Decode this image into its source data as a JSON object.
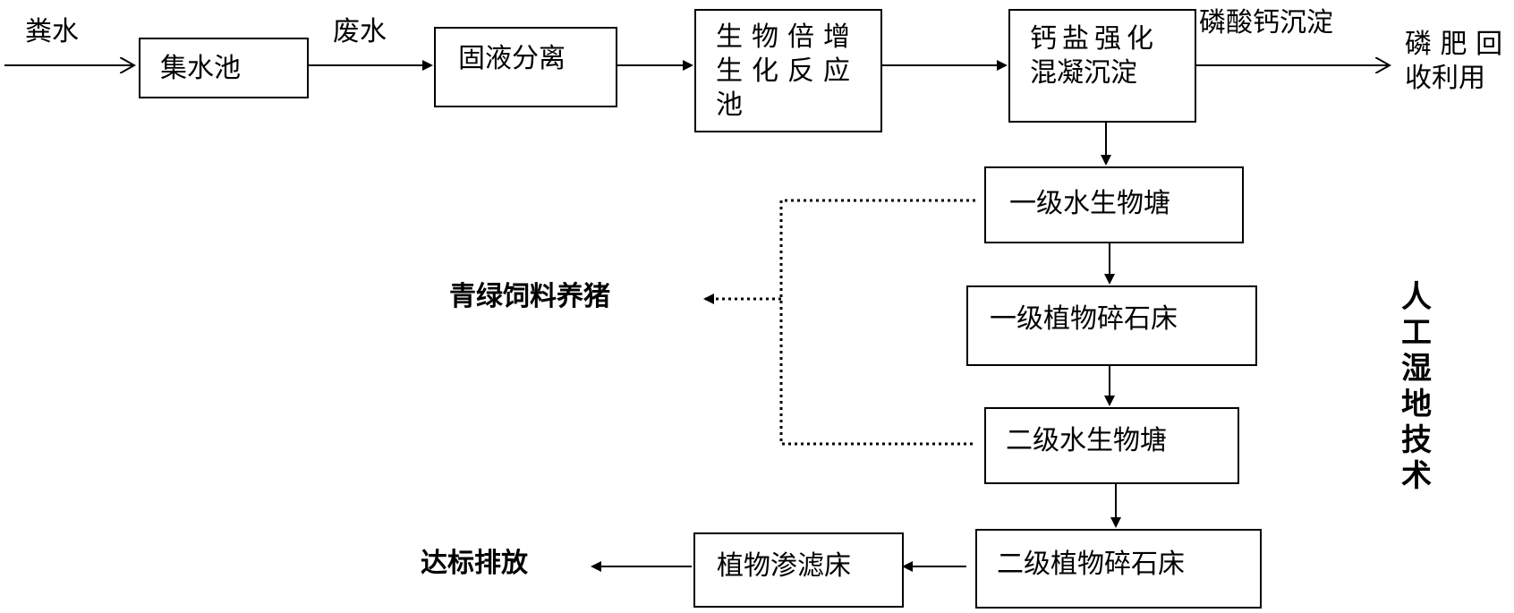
{
  "labels": {
    "feces_water": "粪水",
    "wastewater": "废水",
    "calcium_phosphate": "磷酸钙沉淀",
    "phosphate_fertilizer_line1": "磷 肥 回",
    "phosphate_fertilizer_line2": "收利用",
    "green_feed": "青绿饲料养猪",
    "discharge": "达标排放",
    "constructed_wetland": [
      "人",
      "工",
      "湿",
      "地",
      "技",
      "术"
    ]
  },
  "boxes": {
    "collection_tank": "集水池",
    "solid_liquid_separation": "固液分离",
    "bio_reactor": [
      "生物倍增",
      "生化反应",
      "池"
    ],
    "calcium_coagulation": [
      "钙盐强化",
      "混凝沉淀"
    ],
    "pond_1": "一级水生物塘",
    "gravel_bed_1": "一级植物碎石床",
    "pond_2": "二级水生物塘",
    "gravel_bed_2": "二级植物碎石床",
    "filter_bed": "植物渗滤床"
  }
}
